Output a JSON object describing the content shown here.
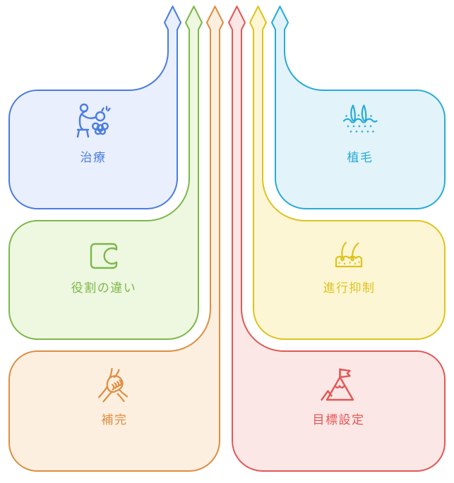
{
  "diagram": {
    "type": "converging-flow-diagram",
    "background": "#ffffff",
    "cards": [
      {
        "key": "treatment",
        "label": "治療",
        "icon": "treatment-icon",
        "stroke": "#4a7ce1",
        "fill": "#e9effc",
        "text_color": "#4a7ce1",
        "position": "top-left"
      },
      {
        "key": "role-difference",
        "label": "役割の違い",
        "icon": "puzzle-piece-icon",
        "stroke": "#7cb84a",
        "fill": "#eef7e0",
        "text_color": "#7cb84a",
        "position": "middle-left"
      },
      {
        "key": "complement",
        "label": "補完",
        "icon": "stacked-hands-icon",
        "stroke": "#de8d40",
        "fill": "#fcefe0",
        "text_color": "#de8d40",
        "position": "bottom-left"
      },
      {
        "key": "goal-setting",
        "label": "目標設定",
        "icon": "mountain-flag-icon",
        "stroke": "#e25757",
        "fill": "#fbe7e5",
        "text_color": "#e25757",
        "position": "bottom-right"
      },
      {
        "key": "progression-control",
        "label": "進行抑制",
        "icon": "skin-cross-section-icon",
        "stroke": "#dcc31f",
        "fill": "#fdf6d4",
        "text_color": "#dcc31f",
        "position": "middle-right"
      },
      {
        "key": "hair-transplant",
        "label": "植毛",
        "icon": "hair-follicle-icon",
        "stroke": "#29abd6",
        "fill": "#e2f3fa",
        "text_color": "#29abd6",
        "position": "top-right"
      }
    ],
    "arrow_lane_order_left_to_right": [
      "treatment",
      "role-difference",
      "complement",
      "goal-setting",
      "progression-control",
      "hair-transplant"
    ]
  }
}
